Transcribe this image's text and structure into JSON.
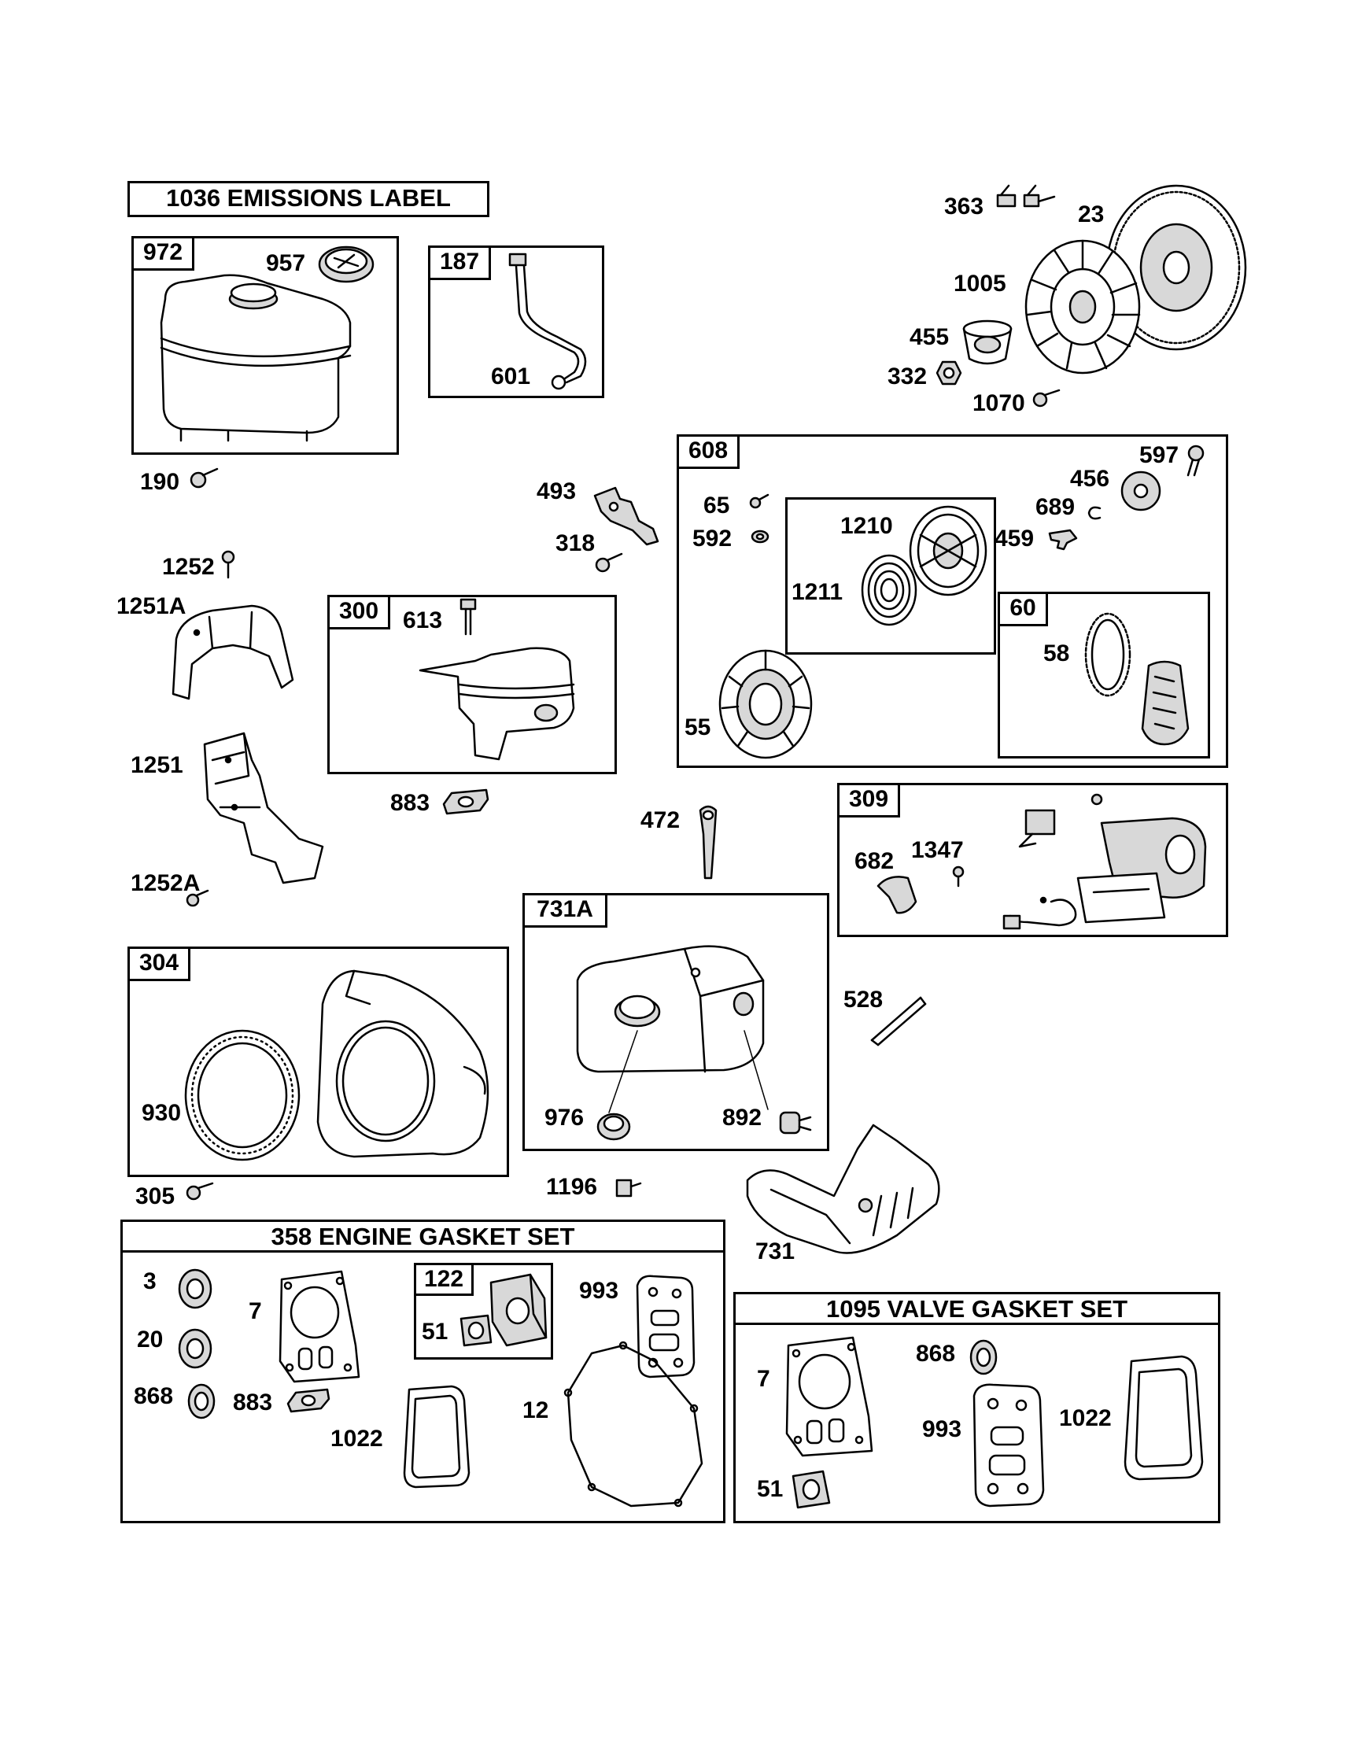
{
  "sections": {
    "emissions_label": "1036 EMISSIONS LABEL",
    "engine_gasket_set": "358 ENGINE GASKET SET",
    "valve_gasket_set": "1095 VALVE GASKET SET"
  },
  "group_tags": {
    "g972": "972",
    "g187": "187",
    "g300": "300",
    "g608": "608",
    "g60": "60",
    "g309": "309",
    "g731a": "731A",
    "g304": "304",
    "g122": "122"
  },
  "labels": {
    "p957": "957",
    "p601": "601",
    "p190": "190",
    "p363": "363",
    "p23": "23",
    "p1005": "1005",
    "p455": "455",
    "p332": "332",
    "p1070": "1070",
    "p493": "493",
    "p318": "318",
    "p1252": "1252",
    "p1251a": "1251A",
    "p613": "613",
    "p883": "883",
    "p1251": "1251",
    "p1252a": "1252A",
    "p65": "65",
    "p592": "592",
    "p1210": "1210",
    "p1211": "1211",
    "p55": "55",
    "p597": "597",
    "p456": "456",
    "p689": "689",
    "p459": "459",
    "p58": "58",
    "p472": "472",
    "p682": "682",
    "p1347": "1347",
    "p528": "528",
    "p930": "930",
    "p305": "305",
    "p976": "976",
    "p892": "892",
    "p1196": "1196",
    "p731": "731",
    "eg3": "3",
    "eg20": "20",
    "eg868": "868",
    "eg7": "7",
    "eg883": "883",
    "eg51": "51",
    "eg993": "993",
    "eg12": "12",
    "eg1022": "1022",
    "vg7": "7",
    "vg868": "868",
    "vg993": "993",
    "vg1022": "1022",
    "vg51": "51"
  }
}
